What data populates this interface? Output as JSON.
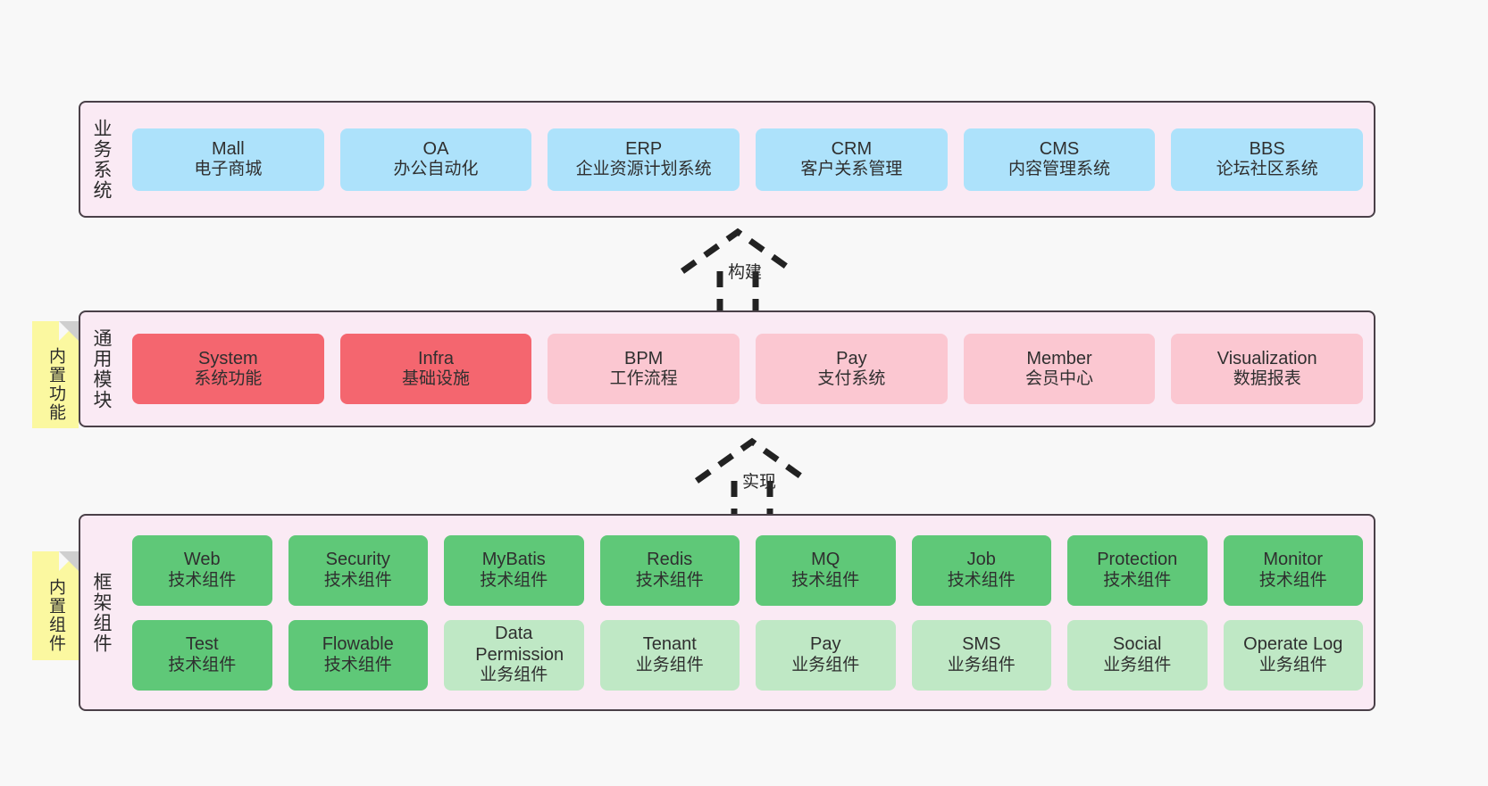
{
  "diagram": {
    "title": "System architecture layers",
    "background_color": "#f8f8f8",
    "layer_fill": "#faeaf4",
    "layer_border": "#4a4048"
  },
  "layers": [
    {
      "id": "business",
      "title": "业务系统",
      "cell_color": "#ade2fb",
      "rows": [
        [
          {
            "en": "Mall",
            "cn": "电子商城"
          },
          {
            "en": "OA",
            "cn": "办公自动化"
          },
          {
            "en": "ERP",
            "cn": "企业资源计划系统"
          },
          {
            "en": "CRM",
            "cn": "客户关系管理"
          },
          {
            "en": "CMS",
            "cn": "内容管理系统"
          },
          {
            "en": "BBS",
            "cn": "论坛社区系统"
          }
        ]
      ]
    },
    {
      "id": "modules",
      "title": "通用模块",
      "rows": [
        [
          {
            "en": "System",
            "cn": "系统功能",
            "color": "#f4666f"
          },
          {
            "en": "Infra",
            "cn": "基础设施",
            "color": "#f4666f"
          },
          {
            "en": "BPM",
            "cn": "工作流程",
            "color": "#fbc7d1"
          },
          {
            "en": "Pay",
            "cn": "支付系统",
            "color": "#fbc7d1"
          },
          {
            "en": "Member",
            "cn": "会员中心",
            "color": "#fbc7d1"
          },
          {
            "en": "Visualization",
            "cn": "数据报表",
            "color": "#fbc7d1"
          }
        ]
      ]
    },
    {
      "id": "framework",
      "title": "框架组件",
      "rows": [
        [
          {
            "en": "Web",
            "cn": "技术组件",
            "color": "#5fc878"
          },
          {
            "en": "Security",
            "cn": "技术组件",
            "color": "#5fc878"
          },
          {
            "en": "MyBatis",
            "cn": "技术组件",
            "color": "#5fc878"
          },
          {
            "en": "Redis",
            "cn": "技术组件",
            "color": "#5fc878"
          },
          {
            "en": "MQ",
            "cn": "技术组件",
            "color": "#5fc878"
          },
          {
            "en": "Job",
            "cn": "技术组件",
            "color": "#5fc878"
          },
          {
            "en": "Protection",
            "cn": "技术组件",
            "color": "#5fc878"
          },
          {
            "en": "Monitor",
            "cn": "技术组件",
            "color": "#5fc878"
          }
        ],
        [
          {
            "en": "Test",
            "cn": "技术组件",
            "color": "#5fc878"
          },
          {
            "en": "Flowable",
            "cn": "技术组件",
            "color": "#5fc878"
          },
          {
            "en": "Data Permission",
            "cn": "业务组件",
            "color": "#bfe8c5"
          },
          {
            "en": "Tenant",
            "cn": "业务组件",
            "color": "#bfe8c5"
          },
          {
            "en": "Pay",
            "cn": "业务组件",
            "color": "#bfe8c5"
          },
          {
            "en": "SMS",
            "cn": "业务组件",
            "color": "#bfe8c5"
          },
          {
            "en": "Social",
            "cn": "业务组件",
            "color": "#bfe8c5"
          },
          {
            "en": "Operate Log",
            "cn": "业务组件",
            "color": "#bfe8c5"
          }
        ]
      ]
    }
  ],
  "notes": [
    {
      "id": "functions",
      "label": "内置功能",
      "color": "#fbf8a0"
    },
    {
      "id": "components",
      "label": "内置组件",
      "color": "#fbf8a0"
    }
  ],
  "arrows": [
    {
      "id": "build",
      "label": "构建",
      "style": "dashed-hollow-up"
    },
    {
      "id": "realize",
      "label": "实现",
      "style": "dashed-hollow-up"
    }
  ]
}
